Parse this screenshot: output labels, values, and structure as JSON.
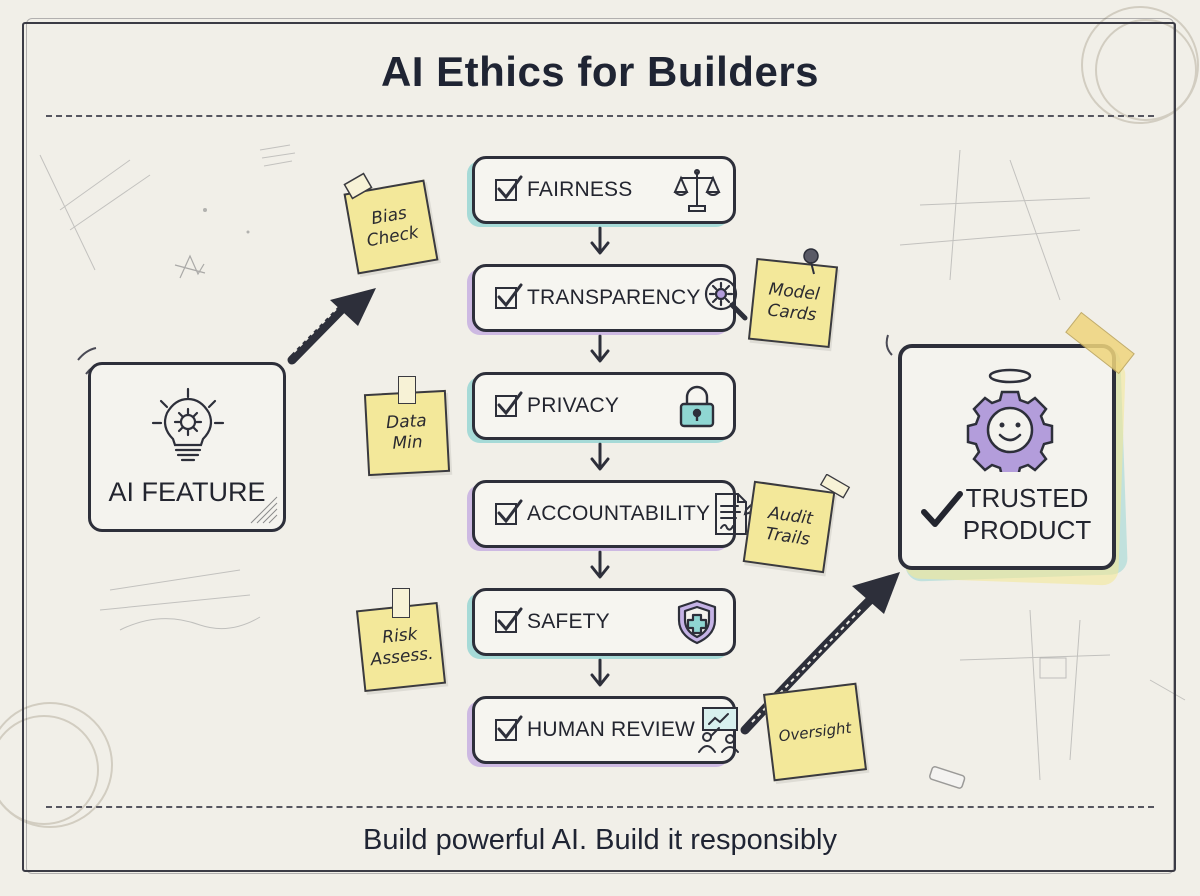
{
  "title": "AI Ethics for Builders",
  "footer": "Build powerful AI. Build it responsibly",
  "source": {
    "label": "AI FEATURE",
    "icon": "lightbulb-gear-icon"
  },
  "outcome": {
    "label_line1": "TRUSTED",
    "label_line2": "PRODUCT",
    "icon": "smiling-gear-halo-icon"
  },
  "steps": [
    {
      "label": "FAIRNESS",
      "icon": "scales-icon",
      "accent": "#67c8c8"
    },
    {
      "label": "TRANSPARENCY",
      "icon": "magnifier-gear-icon",
      "accent": "#af8cdc"
    },
    {
      "label": "PRIVACY",
      "icon": "padlock-icon",
      "accent": "#67c8c8"
    },
    {
      "label": "ACCOUNTABILITY",
      "icon": "signed-document-icon",
      "accent": "#af8cdc"
    },
    {
      "label": "SAFETY",
      "icon": "shield-plus-icon",
      "accent": "#67c8c8"
    },
    {
      "label": "HUMAN REVIEW",
      "icon": "presentation-people-icon",
      "accent": "#af8cdc"
    }
  ],
  "notes": [
    {
      "line1": "Bias",
      "line2": "Check"
    },
    {
      "line1": "Model",
      "line2": "Cards"
    },
    {
      "line1": "Data",
      "line2": "Min"
    },
    {
      "line1": "Audit",
      "line2": "Trails"
    },
    {
      "line1": "Risk",
      "line2": "Assess."
    },
    {
      "line1": "Oversight",
      "line2": ""
    }
  ],
  "colors": {
    "note": "#f3e89a",
    "ink": "#2d2f3a",
    "teal": "#67c8c8",
    "purple": "#af8cdc",
    "paper": "#f1efe8"
  }
}
